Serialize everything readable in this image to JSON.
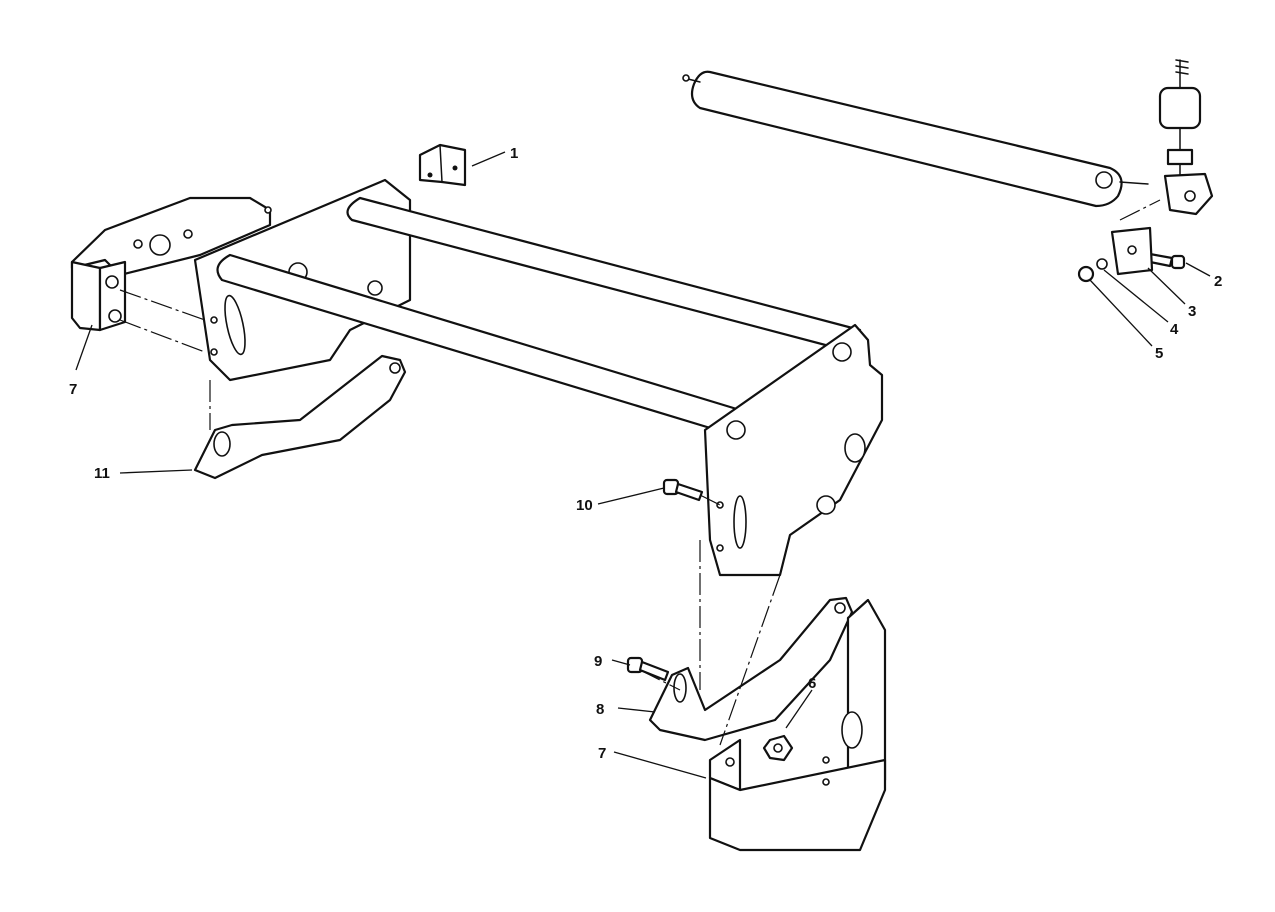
{
  "diagram": {
    "callouts": [
      {
        "label": "1",
        "part": "angle-bracket"
      },
      {
        "label": "2",
        "part": "screw"
      },
      {
        "label": "3",
        "part": "mounting-plate"
      },
      {
        "label": "4",
        "part": "washer"
      },
      {
        "label": "5",
        "part": "screw"
      },
      {
        "label": "6",
        "part": "nut"
      },
      {
        "label": "7",
        "part": "side-guard"
      },
      {
        "label": "7",
        "part": "side-guard"
      },
      {
        "label": "8",
        "part": "support-arm"
      },
      {
        "label": "9",
        "part": "screw"
      },
      {
        "label": "10",
        "part": "screw"
      },
      {
        "label": "11",
        "part": "support-arm"
      }
    ]
  }
}
